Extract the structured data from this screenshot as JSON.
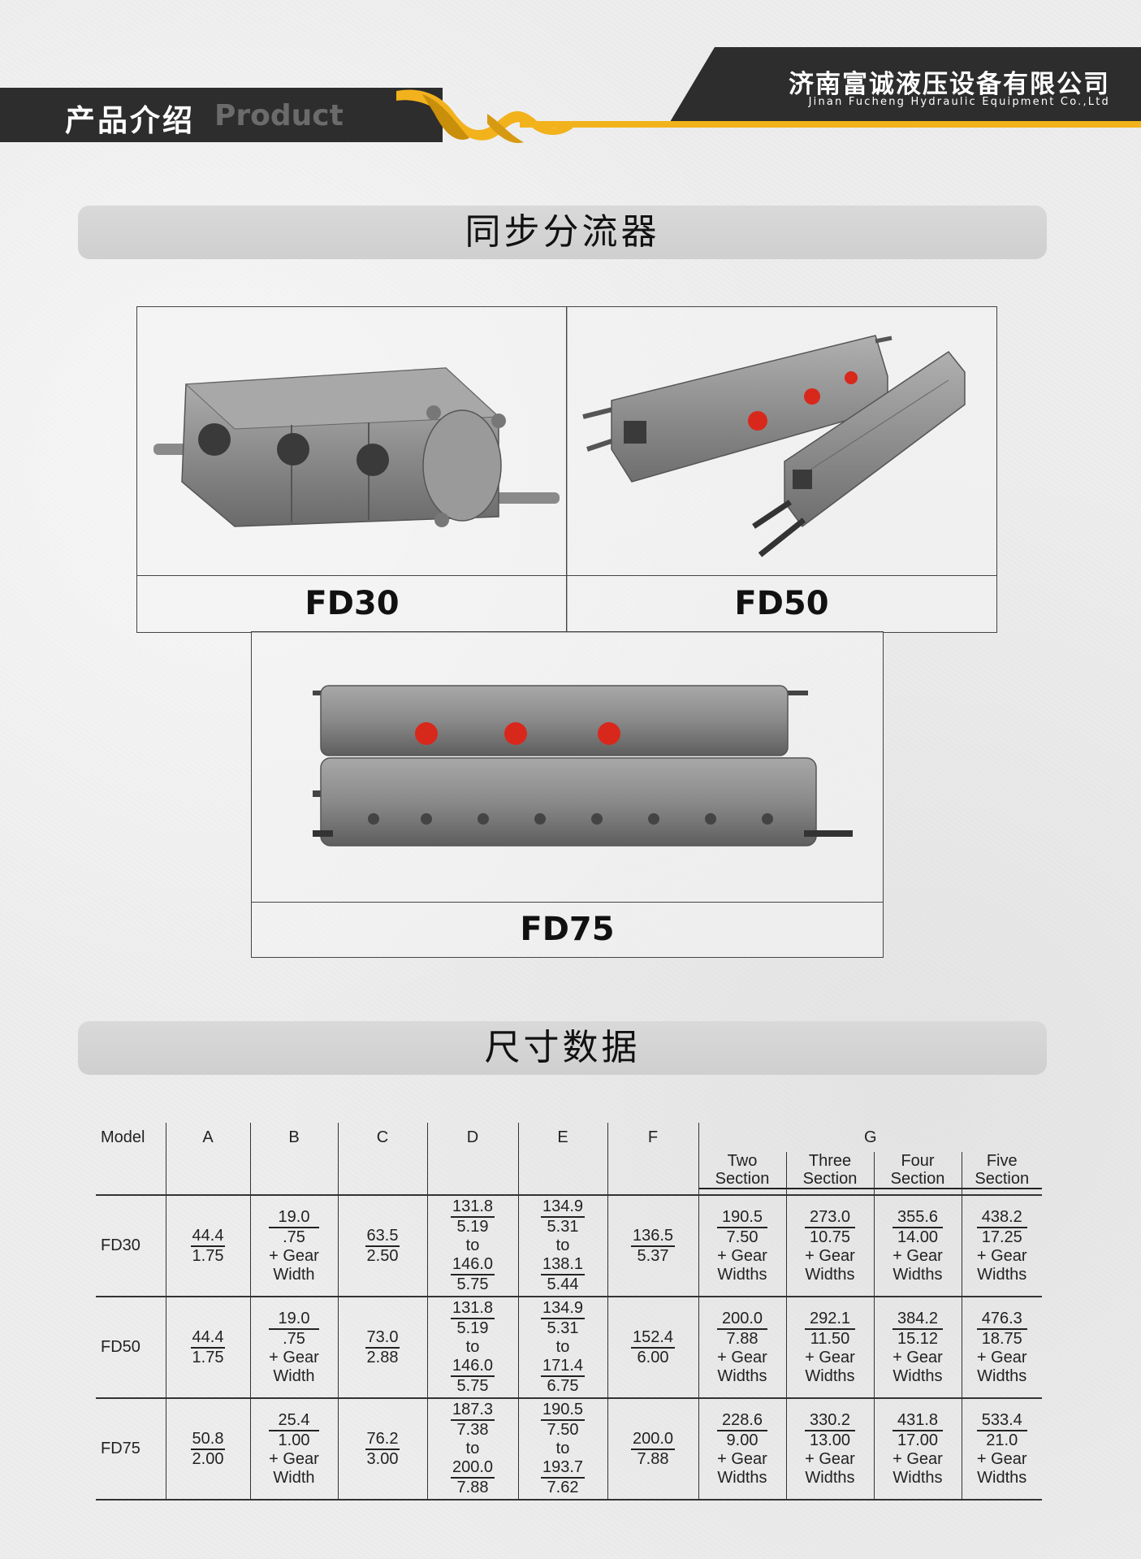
{
  "header": {
    "title_cn": "产品介绍",
    "title_en": "Product",
    "company_cn": "济南富诚液压设备有限公司",
    "company_en": "Jinan Fucheng Hydraulic Equipment Co.,Ltd"
  },
  "colors": {
    "dark": "#2d2d2d",
    "accent_yellow": "#f2b21c",
    "plug_red": "#d8281c"
  },
  "section1": {
    "title": "同步分流器"
  },
  "products": [
    {
      "label": "FD30"
    },
    {
      "label": "FD50"
    },
    {
      "label": "FD75"
    }
  ],
  "section2": {
    "title": "尺寸数据"
  },
  "table": {
    "headers": [
      "Model",
      "A",
      "B",
      "C",
      "D",
      "E",
      "F",
      "G"
    ],
    "g_sub": [
      "Two Section",
      "Three Section",
      "Four Section",
      "Five Section"
    ],
    "rows": [
      {
        "model": "FD30",
        "a": [
          "44.4",
          "1.75"
        ],
        "b": [
          "19.0",
          ".75",
          "+ Gear",
          "Width"
        ],
        "c": [
          "63.5",
          "2.50"
        ],
        "d": [
          "131.8",
          "5.19",
          "to",
          "146.0",
          "5.75"
        ],
        "e": [
          "134.9",
          "5.31",
          "to",
          "138.1",
          "5.44"
        ],
        "f": [
          "136.5",
          "5.37"
        ],
        "g": [
          [
            "190.5",
            "7.50",
            "+ Gear",
            "Widths"
          ],
          [
            "273.0",
            "10.75",
            "+ Gear",
            "Widths"
          ],
          [
            "355.6",
            "14.00",
            "+ Gear",
            "Widths"
          ],
          [
            "438.2",
            "17.25",
            "+ Gear",
            "Widths"
          ]
        ]
      },
      {
        "model": "FD50",
        "a": [
          "44.4",
          "1.75"
        ],
        "b": [
          "19.0",
          ".75",
          "+ Gear",
          "Width"
        ],
        "c": [
          "73.0",
          "2.88"
        ],
        "d": [
          "131.8",
          "5.19",
          "to",
          "146.0",
          "5.75"
        ],
        "e": [
          "134.9",
          "5.31",
          "to",
          "171.4",
          "6.75"
        ],
        "f": [
          "152.4",
          "6.00"
        ],
        "g": [
          [
            "200.0",
            "7.88",
            "+ Gear",
            "Widths"
          ],
          [
            "292.1",
            "11.50",
            "+ Gear",
            "Widths"
          ],
          [
            "384.2",
            "15.12",
            "+ Gear",
            "Widths"
          ],
          [
            "476.3",
            "18.75",
            "+ Gear",
            "Widths"
          ]
        ]
      },
      {
        "model": "FD75",
        "a": [
          "50.8",
          "2.00"
        ],
        "b": [
          "25.4",
          "1.00",
          "+ Gear",
          "Width"
        ],
        "c": [
          "76.2",
          "3.00"
        ],
        "d": [
          "187.3",
          "7.38",
          "to",
          "200.0",
          "7.88"
        ],
        "e": [
          "190.5",
          "7.50",
          "to",
          "193.7",
          "7.62"
        ],
        "f": [
          "200.0",
          "7.88"
        ],
        "g": [
          [
            "228.6",
            "9.00",
            "+ Gear",
            "Widths"
          ],
          [
            "330.2",
            "13.00",
            "+ Gear",
            "Widths"
          ],
          [
            "431.8",
            "17.00",
            "+ Gear",
            "Widths"
          ],
          [
            "533.4",
            "21.0",
            "+ Gear",
            "Widths"
          ]
        ]
      }
    ]
  }
}
